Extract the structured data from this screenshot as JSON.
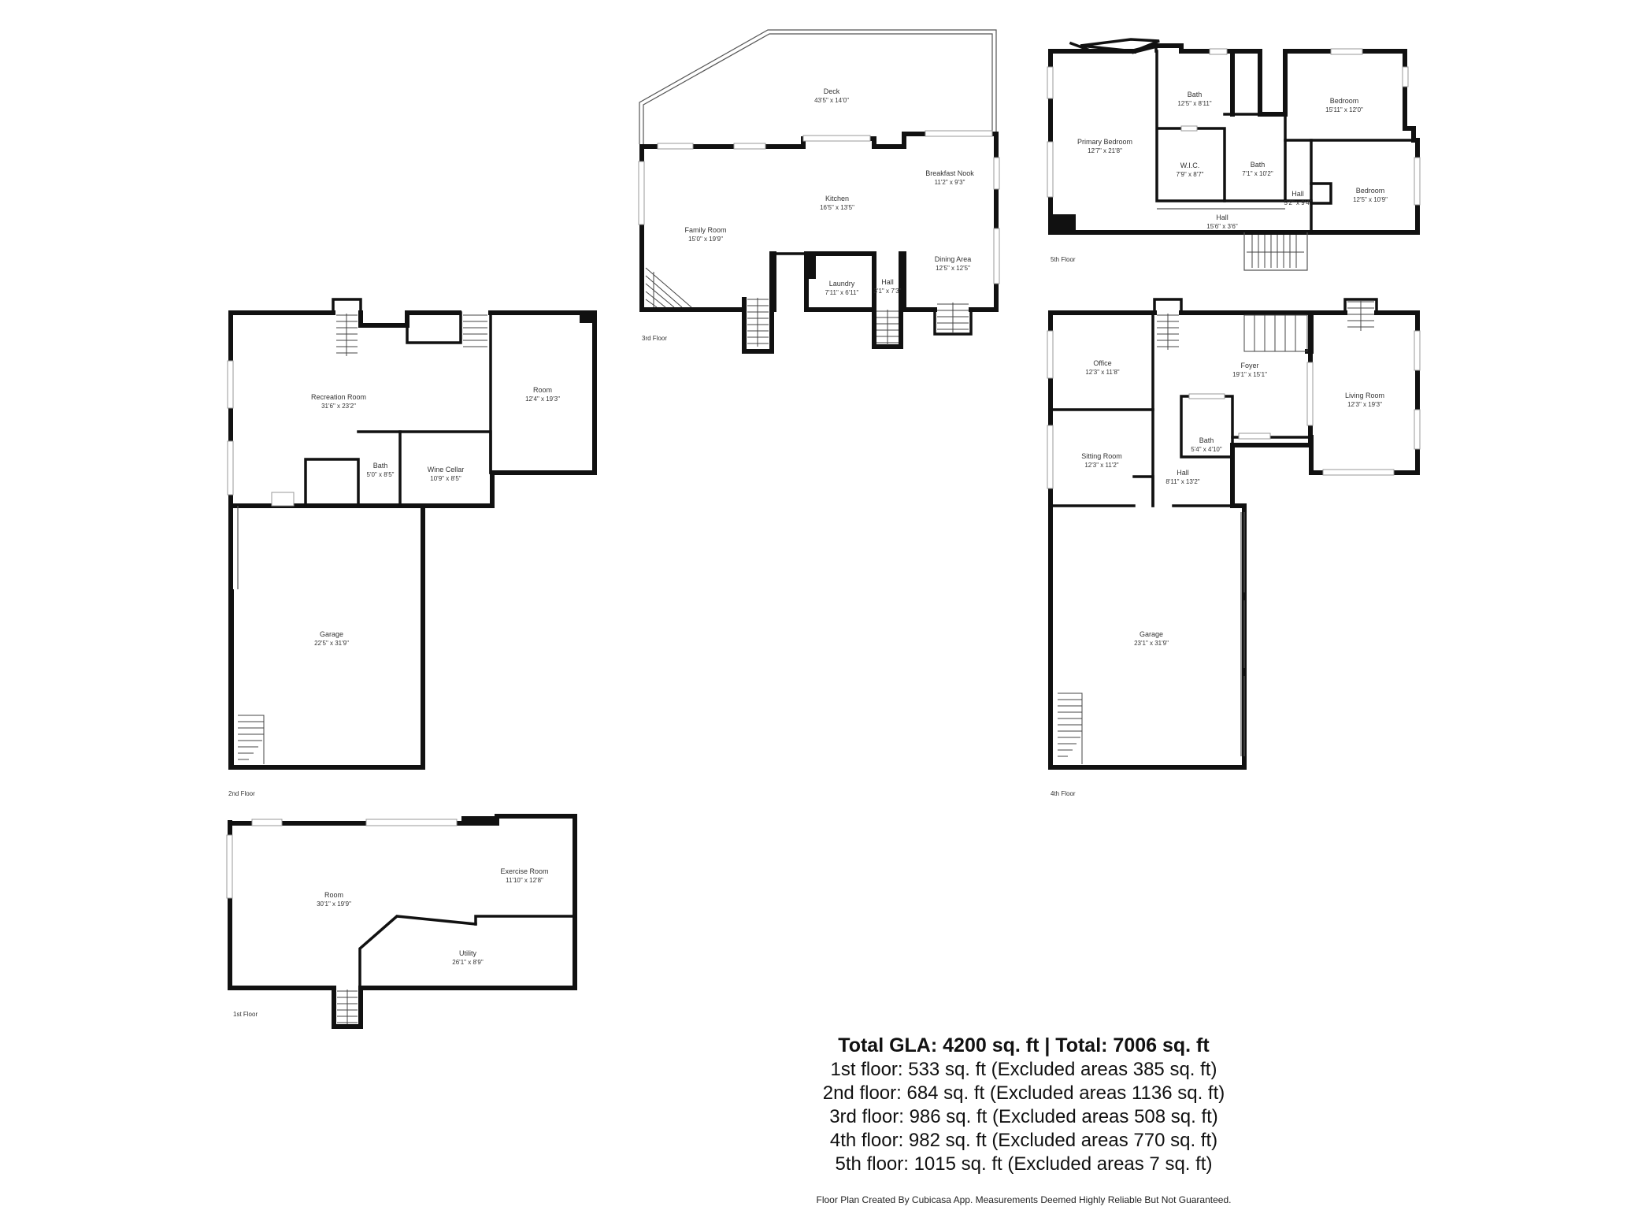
{
  "floors": {
    "first": {
      "label": "1st Floor",
      "rooms": [
        {
          "name": "Room",
          "dims": "30'1\" x 19'9\""
        },
        {
          "name": "Exercise Room",
          "dims": "11'10\" x 12'8\""
        },
        {
          "name": "Utility",
          "dims": "26'1\" x 8'9\""
        }
      ]
    },
    "second": {
      "label": "2nd Floor",
      "rooms": [
        {
          "name": "Recreation Room",
          "dims": "31'6\" x 23'2\""
        },
        {
          "name": "Room",
          "dims": "12'4\" x 19'3\""
        },
        {
          "name": "Bath",
          "dims": "5'0\" x 8'5\""
        },
        {
          "name": "Wine Cellar",
          "dims": "10'9\" x 8'5\""
        },
        {
          "name": "Garage",
          "dims": "22'5\" x 31'9\""
        }
      ]
    },
    "third": {
      "label": "3rd Floor",
      "rooms": [
        {
          "name": "Deck",
          "dims": "43'5\" x 14'0\""
        },
        {
          "name": "Kitchen",
          "dims": "16'5\" x 13'5\""
        },
        {
          "name": "Breakfast Nook",
          "dims": "11'2\" x 9'3\""
        },
        {
          "name": "Family Room",
          "dims": "15'0\" x 19'9\""
        },
        {
          "name": "Dining Area",
          "dims": "12'5\" x 12'5\""
        },
        {
          "name": "Laundry",
          "dims": "7'11\" x 6'11\""
        },
        {
          "name": "Hall",
          "dims": "3'1\" x 7'3\""
        }
      ]
    },
    "fourth": {
      "label": "4th Floor",
      "rooms": [
        {
          "name": "Office",
          "dims": "12'3\" x 11'8\""
        },
        {
          "name": "Foyer",
          "dims": "19'1\" x 15'1\""
        },
        {
          "name": "Living Room",
          "dims": "12'3\" x 19'3\""
        },
        {
          "name": "Bath",
          "dims": "5'4\" x 4'10\""
        },
        {
          "name": "Sitting Room",
          "dims": "12'3\" x 11'2\""
        },
        {
          "name": "Hall",
          "dims": "8'11\" x 13'2\""
        },
        {
          "name": "Garage",
          "dims": "23'1\" x 31'9\""
        }
      ]
    },
    "fifth": {
      "label": "5th Floor",
      "rooms": [
        {
          "name": "Bath",
          "dims": "12'5\" x 8'11\""
        },
        {
          "name": "Bedroom",
          "dims": "15'11\" x 12'0\""
        },
        {
          "name": "Primary Bedroom",
          "dims": "12'7\" x 21'8\""
        },
        {
          "name": "W.I.C.",
          "dims": "7'9\" x 8'7\""
        },
        {
          "name": "Bath",
          "dims": "7'1\" x 10'2\""
        },
        {
          "name": "Hall",
          "dims": "5'2\" x 9'4\""
        },
        {
          "name": "Bedroom",
          "dims": "12'5\" x 10'9\""
        },
        {
          "name": "Hall",
          "dims": "15'6\" x 3'6\""
        }
      ]
    }
  },
  "summary": {
    "total": "Total GLA: 4200 sq. ft | Total: 7006 sq. ft",
    "lines": [
      "1st floor: 533 sq. ft (Excluded areas 385 sq. ft)",
      "2nd floor: 684 sq. ft (Excluded areas 1136 sq. ft)",
      "3rd floor: 986 sq. ft (Excluded areas 508 sq. ft)",
      "4th floor: 982 sq. ft (Excluded areas 770 sq. ft)",
      "5th floor: 1015 sq. ft (Excluded areas 7 sq. ft)"
    ]
  },
  "disclaimer": "Floor Plan Created By Cubicasa App. Measurements Deemed Highly Reliable But Not Guaranteed."
}
